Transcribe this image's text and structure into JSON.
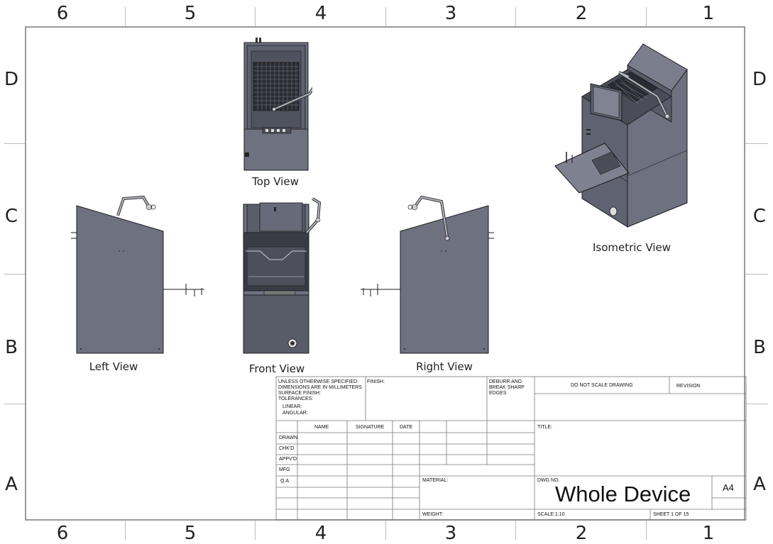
{
  "zones": {
    "columns": [
      "6",
      "5",
      "4",
      "3",
      "2",
      "1"
    ],
    "rows": [
      "D",
      "C",
      "B",
      "A"
    ]
  },
  "views": {
    "top": "Top View",
    "left": "Left View",
    "front": "Front View",
    "right": "Right View",
    "isometric": "Isometric View"
  },
  "title_block": {
    "notes": [
      "UNLESS OTHERWISE SPECIFIED:",
      "DIMENSIONS ARE IN MILLIMETERS",
      "SURFACE FINISH:",
      "TOLERANCES:",
      "LINEAR:",
      "ANGULAR:"
    ],
    "finish": "FINISH:",
    "deburr": [
      "DEBURR AND",
      "BREAK SHARP",
      "EDGES"
    ],
    "do_not_scale": "DO NOT SCALE DRAWING",
    "revision": "REVISION",
    "headers": [
      "NAME",
      "SIGNATURE",
      "DATE"
    ],
    "rows": [
      "DRAWN",
      "CHK'D",
      "APPV'D",
      "MFG",
      "Q.A"
    ],
    "title": "TITLE:",
    "material": "MATERIAL:",
    "dwg_no_label": "DWG NO.",
    "dwg_no": "Whole Device",
    "size": "A4",
    "weight": "WEIGHT:",
    "scale": "SCALE:1:10",
    "sheet": "SHEET 1 OF 15"
  },
  "colors": {
    "body": "#6e7180",
    "dark": "#565866",
    "line": "#1a1a1a",
    "frame": "#9a9a9a"
  }
}
